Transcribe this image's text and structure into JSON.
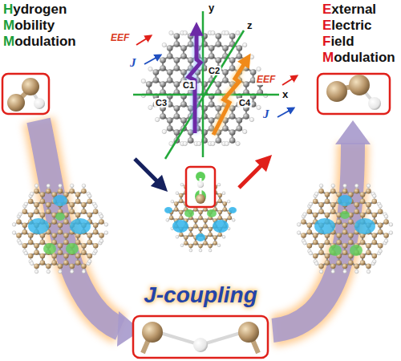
{
  "diagram": {
    "labels": [
      "Hydrogen",
      "Mobility",
      "Modulation",
      "External",
      "Electric",
      "Field",
      "Modulation",
      "EEF",
      "J",
      "y",
      "z",
      "C2",
      "C1",
      "C3",
      "C4",
      "x",
      "EEF",
      "J",
      "J-coupling"
    ]
  }
}
